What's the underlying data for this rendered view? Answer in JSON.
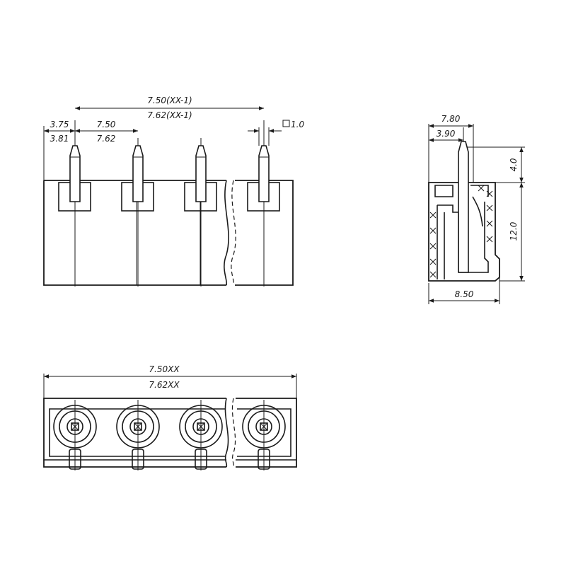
{
  "front_view": {
    "pitch_total_a": "7.50(XX-1)",
    "pitch_total_b": "7.62(XX-1)",
    "edge_a": "3.75",
    "edge_b": "3.81",
    "pitch_a": "7.50",
    "pitch_b": "7.62",
    "pin_square": "1.0"
  },
  "side_view": {
    "depth": "7.80",
    "pin_offset": "3.90",
    "pin_above": "4.0",
    "body_height": "12.0",
    "base_width": "8.50"
  },
  "top_view": {
    "length_a": "7.50XX",
    "length_b": "7.62XX"
  }
}
